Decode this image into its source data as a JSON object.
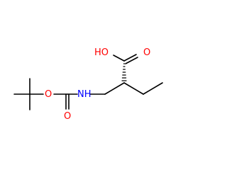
{
  "molecule": {
    "atoms": {
      "oh": {
        "text": "HO",
        "color": "#ff0000"
      },
      "o_carbonyl_top": {
        "text": "O",
        "color": "#ff0000"
      },
      "o_ester": {
        "text": "O",
        "color": "#ff0000"
      },
      "o_carbamate_carbonyl": {
        "text": "O",
        "color": "#ff0000"
      },
      "nh": {
        "text": "NH",
        "color": "#0000ff"
      }
    },
    "bond_color": "#000000"
  }
}
